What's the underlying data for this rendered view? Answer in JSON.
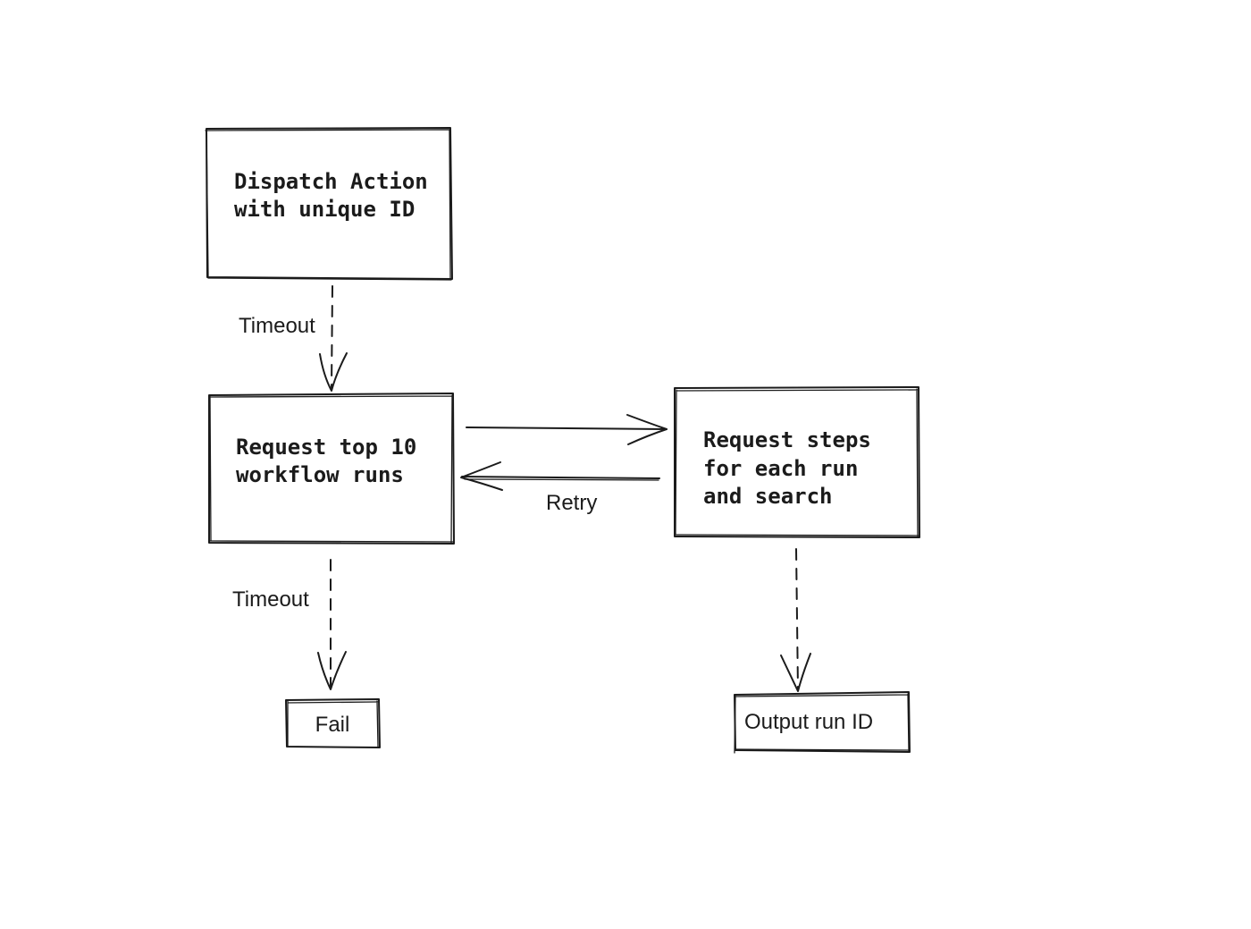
{
  "nodes": {
    "dispatch": {
      "lines": [
        "Dispatch Action",
        "with unique ID"
      ]
    },
    "request_runs": {
      "lines": [
        "Request top 10",
        "workflow runs"
      ]
    },
    "request_steps": {
      "lines": [
        "Request steps",
        "for each run",
        "and search"
      ]
    },
    "fail": {
      "label": "Fail"
    },
    "output": {
      "label": "Output run ID"
    }
  },
  "edges": {
    "dispatch_to_runs": {
      "label": "Timeout",
      "style": "dashed"
    },
    "runs_to_fail": {
      "label": "Timeout",
      "style": "dashed"
    },
    "runs_to_steps": {
      "label": "",
      "style": "solid"
    },
    "steps_to_runs": {
      "label": "Retry",
      "style": "solid"
    },
    "steps_to_output": {
      "label": "",
      "style": "dashed"
    }
  },
  "colors": {
    "stroke": "#1b1b1b",
    "background": "#ffffff"
  }
}
